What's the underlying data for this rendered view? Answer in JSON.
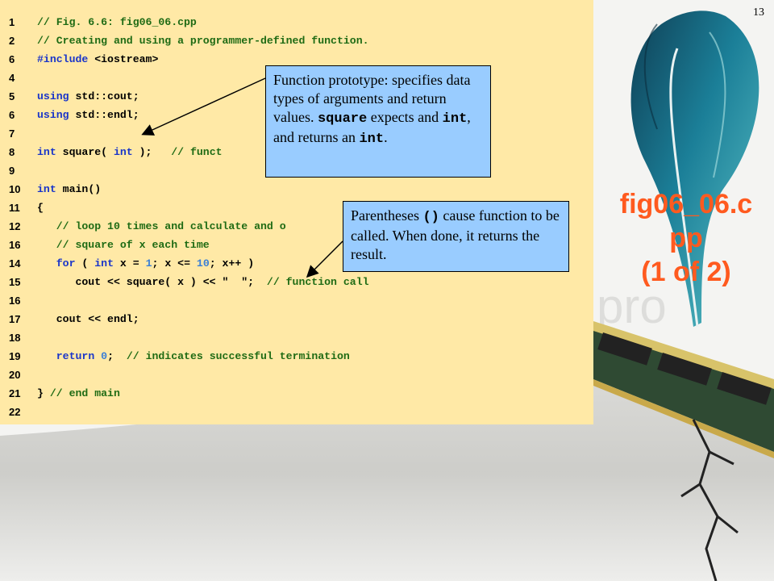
{
  "slide_number": "13",
  "side_title": {
    "line1": "fig06_06.c",
    "line2": "pp",
    "line3": "(1 of 2)"
  },
  "code_lines": [
    {
      "num": "1",
      "segments": [
        {
          "t": "// Fig. 6.6: fig06_06.cpp",
          "c": "cm"
        }
      ]
    },
    {
      "num": "2",
      "segments": [
        {
          "t": "// Creating and using a programmer-defined function.",
          "c": "cm"
        }
      ]
    },
    {
      "num": "6",
      "segments": [
        {
          "t": "#include ",
          "c": "kw"
        },
        {
          "t": "<iostream>",
          "c": ""
        }
      ]
    },
    {
      "num": "4",
      "segments": []
    },
    {
      "num": "5",
      "segments": [
        {
          "t": "using",
          "c": "kw"
        },
        {
          "t": " std::cout;",
          "c": ""
        }
      ]
    },
    {
      "num": "6",
      "segments": [
        {
          "t": "using",
          "c": "kw"
        },
        {
          "t": " std::endl;",
          "c": ""
        }
      ]
    },
    {
      "num": "7",
      "segments": []
    },
    {
      "num": "8",
      "segments": [
        {
          "t": "int",
          "c": "kw"
        },
        {
          "t": " square( ",
          "c": ""
        },
        {
          "t": "int",
          "c": "kw"
        },
        {
          "t": " );   ",
          "c": ""
        },
        {
          "t": "// funct",
          "c": "cm"
        }
      ]
    },
    {
      "num": "9",
      "segments": []
    },
    {
      "num": "10",
      "segments": [
        {
          "t": "int",
          "c": "kw"
        },
        {
          "t": " main()",
          "c": ""
        }
      ]
    },
    {
      "num": "11",
      "segments": [
        {
          "t": "{",
          "c": ""
        }
      ]
    },
    {
      "num": "12",
      "segments": [
        {
          "t": "   // loop 10 times and calculate and o",
          "c": "cm"
        }
      ]
    },
    {
      "num": "16",
      "segments": [
        {
          "t": "   // square of x each time",
          "c": "cm"
        }
      ]
    },
    {
      "num": "14",
      "segments": [
        {
          "t": "   ",
          "c": ""
        },
        {
          "t": "for",
          "c": "kw"
        },
        {
          "t": " ( ",
          "c": ""
        },
        {
          "t": "int",
          "c": "kw"
        },
        {
          "t": " x = ",
          "c": ""
        },
        {
          "t": "1",
          "c": "num"
        },
        {
          "t": "; x <= ",
          "c": ""
        },
        {
          "t": "10",
          "c": "num"
        },
        {
          "t": "; x++ )",
          "c": ""
        }
      ]
    },
    {
      "num": "15",
      "segments": [
        {
          "t": "      cout << square( x ) << \"  \";  ",
          "c": ""
        },
        {
          "t": "// function call",
          "c": "cm"
        }
      ]
    },
    {
      "num": "16",
      "segments": []
    },
    {
      "num": "17",
      "segments": [
        {
          "t": "   cout << endl;",
          "c": ""
        }
      ]
    },
    {
      "num": "18",
      "segments": []
    },
    {
      "num": "19",
      "segments": [
        {
          "t": "   ",
          "c": ""
        },
        {
          "t": "return",
          "c": "kw"
        },
        {
          "t": " ",
          "c": ""
        },
        {
          "t": "0",
          "c": "num"
        },
        {
          "t": ";  ",
          "c": ""
        },
        {
          "t": "// indicates successful termination",
          "c": "cm"
        }
      ]
    },
    {
      "num": "20",
      "segments": []
    },
    {
      "num": "21",
      "segments": [
        {
          "t": "} ",
          "c": ""
        },
        {
          "t": "// end main",
          "c": "cm"
        }
      ]
    },
    {
      "num": "22",
      "segments": []
    }
  ],
  "callouts": {
    "prototype": {
      "text_1": "Function prototype: specifies data types of arguments and return values. ",
      "code_1": "square",
      "text_2": " expects and ",
      "code_2": "int",
      "text_3": ", and returns an ",
      "code_3": "int",
      "text_4": "."
    },
    "parentheses": {
      "text_1": "Parentheses ",
      "code_1": "()",
      "text_2": " cause function to be called. When done, it returns the result."
    }
  },
  "colors": {
    "code_background": "#ffe9a6",
    "callout_background": "#99ccff",
    "keyword": "#1a35c9",
    "comment": "#1f6b14",
    "number": "#3a7fd6",
    "title": "#ff5a1f"
  }
}
